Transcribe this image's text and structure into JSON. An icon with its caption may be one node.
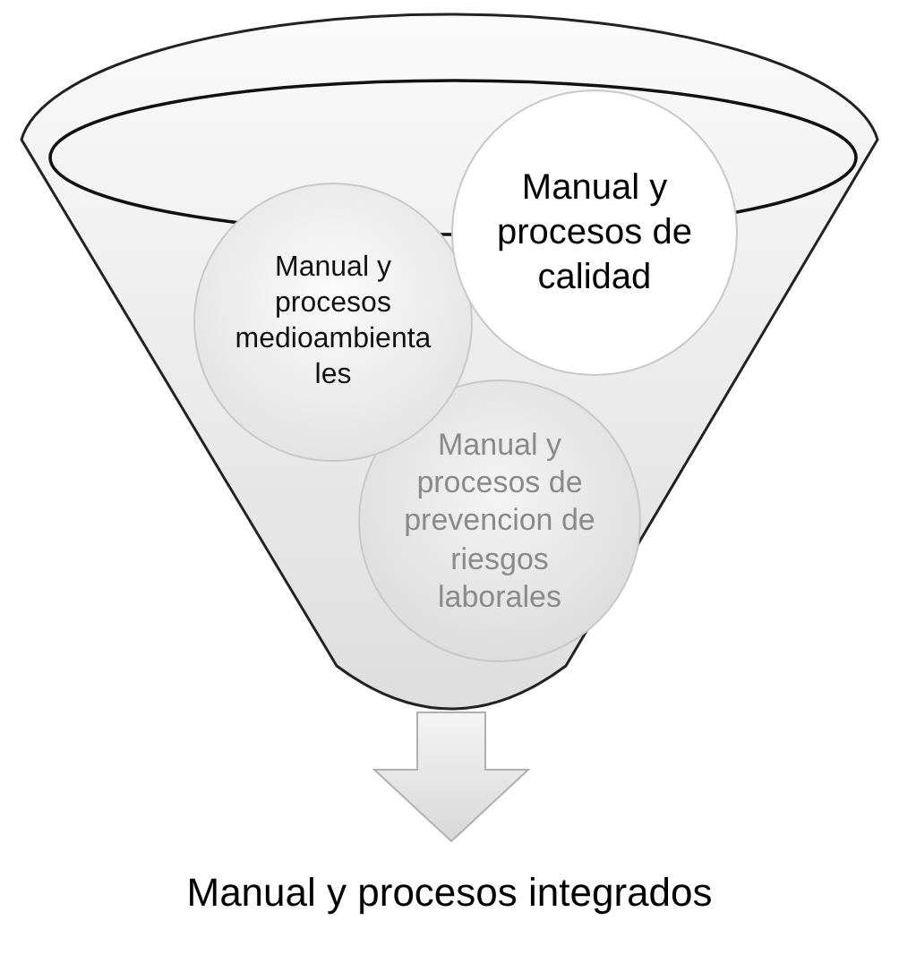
{
  "diagram": {
    "nodes": [
      {
        "text": [],
        "shape": "funnel"
      },
      {
        "text": [
          "Manual y procesos de prevencion de riesgos laborales"
        ],
        "in": 0
      },
      {
        "text": [
          "Manual y procesos medioambientales"
        ],
        "in": 0
      },
      {
        "text": [
          "Manual y procesos de calidad"
        ],
        "in": 0
      },
      {
        "text": [
          "Manual y procesos integrados"
        ]
      }
    ],
    "edges": [
      {
        "from": 0,
        "to": 4,
        "arrow": "to"
      }
    ]
  }
}
